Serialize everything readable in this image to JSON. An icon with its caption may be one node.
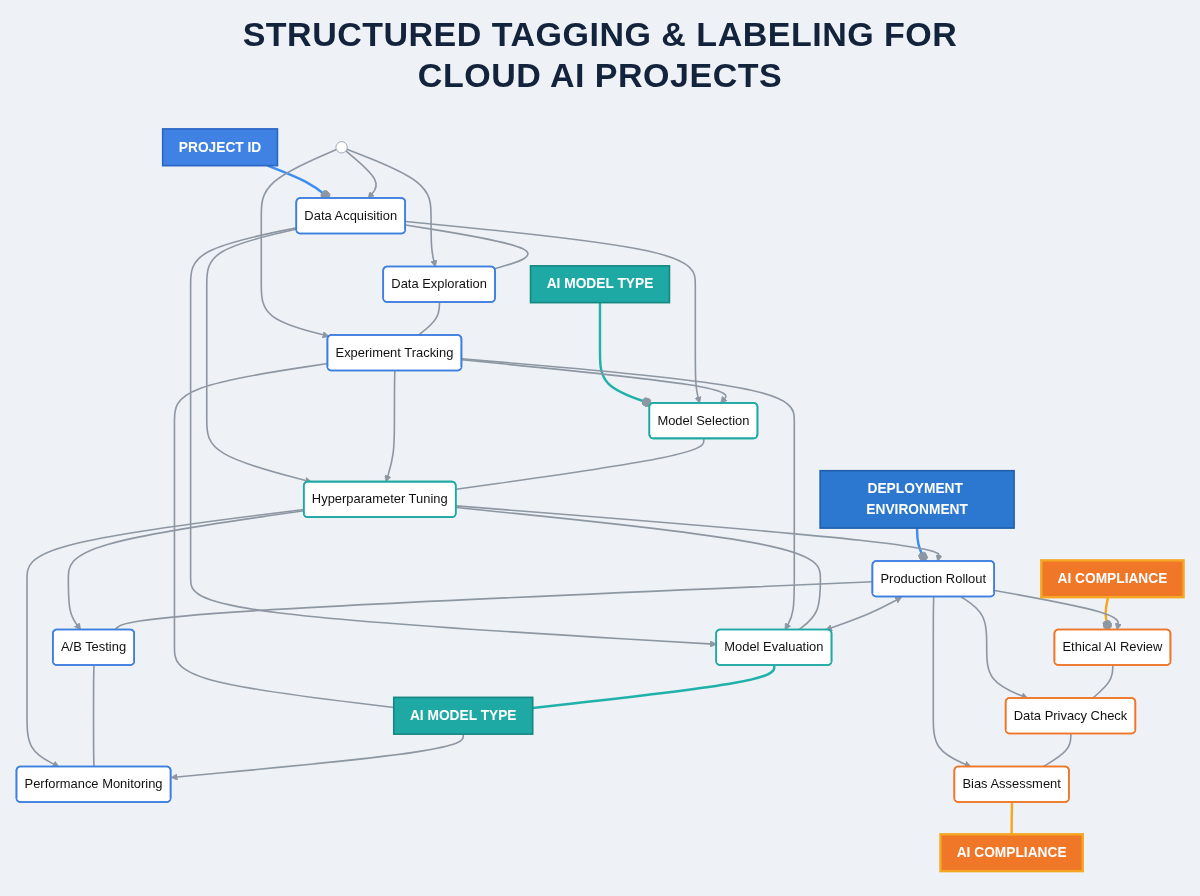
{
  "diagram": {
    "title": "STRUCTURED TAGGING & LABELING FOR CLOUD AI PROJECTS",
    "nodes": [
      {
        "text": [
          "PROJECT ID"
        ]
      },
      {
        "text": [
          "AI MODEL TYPE"
        ]
      },
      {
        "text": [
          "DEPLOYMENT ENVIRONMENT"
        ]
      },
      {
        "text": [
          "AI COMPLIANCE"
        ]
      },
      {
        "text": [
          "Data Acquisition"
        ]
      },
      {
        "text": [
          "Data Exploration"
        ]
      },
      {
        "text": [
          "Experiment Tracking"
        ]
      },
      {
        "text": [
          "Model Selection"
        ]
      },
      {
        "text": [
          "Hyperparameter Tuning"
        ]
      },
      {
        "text": [
          "Model Evaluation"
        ]
      },
      {
        "text": [
          "Production Rollout"
        ]
      },
      {
        "text": [
          "A/B Testing"
        ]
      },
      {
        "text": [
          "Performance Monitoring"
        ]
      },
      {
        "text": [
          "Ethical AI Review"
        ]
      },
      {
        "text": [
          "Data Privacy Check"
        ]
      },
      {
        "text": [
          "Bias Assessment"
        ]
      },
      {
        "text": [
          "AI MODEL TYPE"
        ]
      },
      {
        "text": [
          "AI COMPLIANCE"
        ]
      }
    ],
    "edges": [
      {
        "from": 0,
        "to": 4,
        "arrow": "other",
        "color": "#3d8ef0"
      },
      {
        "from": 1,
        "to": 7,
        "arrow": "other",
        "color": "#20b2aa"
      },
      {
        "from": 2,
        "to": 10,
        "arrow": "other",
        "color": "#3d8ef0"
      },
      {
        "from": 3,
        "to": 13,
        "arrow": "other",
        "color": "#f5a623"
      },
      {
        "from": null,
        "to": 4,
        "arrow": "to"
      },
      {
        "from": null,
        "to": 5,
        "arrow": "to"
      },
      {
        "from": null,
        "to": 6,
        "arrow": "to"
      },
      {
        "from": 4,
        "to": 5,
        "arrow": "none"
      },
      {
        "from": 5,
        "to": 6,
        "arrow": "none"
      },
      {
        "from": 6,
        "to": 16,
        "arrow": "none"
      },
      {
        "from": 4,
        "to": 7,
        "arrow": "to"
      },
      {
        "from": 4,
        "to": 8,
        "arrow": "to"
      },
      {
        "from": 4,
        "to": 9,
        "arrow": "to"
      },
      {
        "from": 6,
        "to": 7,
        "arrow": "to"
      },
      {
        "from": 6,
        "to": 8,
        "arrow": "to"
      },
      {
        "from": 6,
        "to": 9,
        "arrow": "to"
      },
      {
        "from": 7,
        "to": 8,
        "arrow": "none"
      },
      {
        "from": 8,
        "to": 9,
        "arrow": "none"
      },
      {
        "from": 9,
        "to": 16,
        "arrow": "none",
        "color": "#20b2aa"
      },
      {
        "from": 8,
        "to": 10,
        "arrow": "to"
      },
      {
        "from": 8,
        "to": 11,
        "arrow": "to"
      },
      {
        "from": 8,
        "to": 12,
        "arrow": "to"
      },
      {
        "from": 10,
        "to": 9,
        "arrow": "both"
      },
      {
        "from": 10,
        "to": 11,
        "arrow": "none"
      },
      {
        "from": 11,
        "to": 12,
        "arrow": "none"
      },
      {
        "from": 16,
        "to": 12,
        "arrow": "to"
      },
      {
        "from": 10,
        "to": 13,
        "arrow": "to"
      },
      {
        "from": 10,
        "to": 14,
        "arrow": "to"
      },
      {
        "from": 10,
        "to": 15,
        "arrow": "to"
      },
      {
        "from": 13,
        "to": 14,
        "arrow": "none"
      },
      {
        "from": 14,
        "to": 15,
        "arrow": "none"
      },
      {
        "from": 15,
        "to": 17,
        "arrow": "none",
        "color": "#f5a623"
      }
    ]
  }
}
